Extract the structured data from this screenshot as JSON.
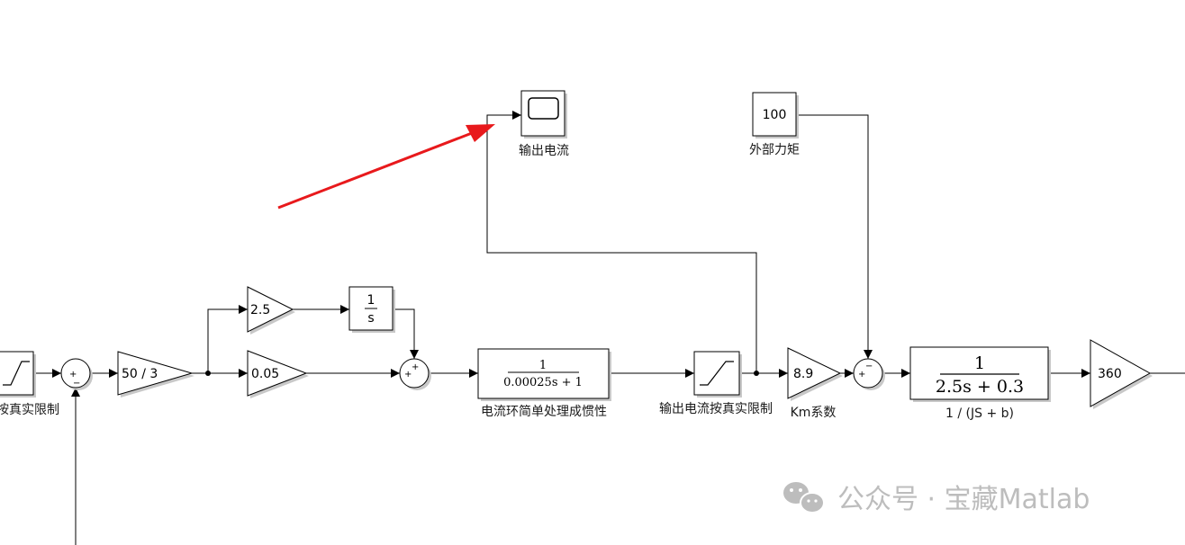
{
  "blocks": {
    "scope": {
      "label": "输出电流"
    },
    "ext_torque": {
      "value": "100",
      "label": "外部力矩"
    },
    "saturation_left": {
      "label": "按真实限制"
    },
    "sum1": {
      "signs": [
        "+",
        "−"
      ]
    },
    "gain_50_3": {
      "value": "50 / 3"
    },
    "gain_kp": {
      "value": "2.5"
    },
    "integrator": {
      "num": "1",
      "den": "s"
    },
    "gain_ki": {
      "value": "0.05"
    },
    "sum2": {
      "signs": [
        "+",
        "+"
      ]
    },
    "current_loop_tf": {
      "num": "1",
      "den": "0.00025s + 1",
      "label": "电流环简单处理成惯性"
    },
    "saturation_current": {
      "label": "输出电流按真实限制"
    },
    "gain_km": {
      "value": "8.9",
      "label": "Km系数"
    },
    "sum3": {
      "signs": [
        "+",
        "−"
      ]
    },
    "mech_tf": {
      "num": "1",
      "den": "2.5s + 0.3",
      "label": "1 / (JS + b)"
    },
    "gain_360": {
      "value": "360"
    }
  },
  "colors": {
    "annotation_arrow": "#e8191c",
    "watermark": "#bdbdbd"
  },
  "watermark": {
    "icon": "wechat-icon",
    "text": "公众号 · 宝藏Matlab"
  }
}
